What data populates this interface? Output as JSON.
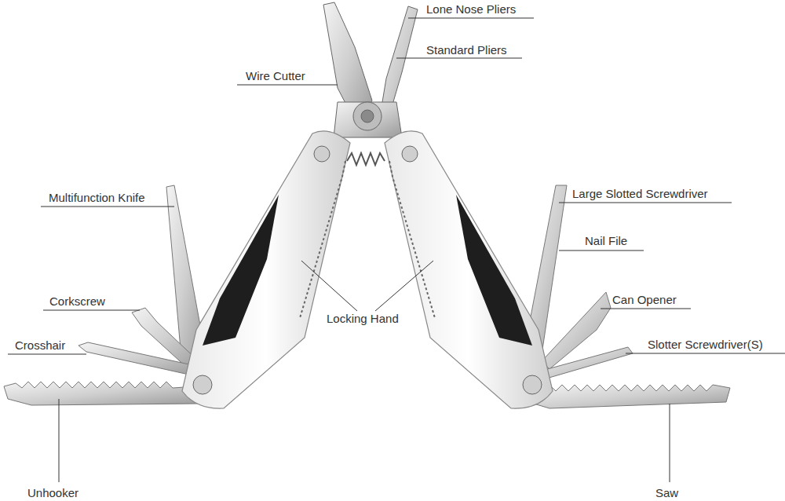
{
  "diagram": {
    "labels": [
      "Lone Nose Pliers",
      "Standard Pliers",
      "Wire Cutter",
      "Multifunction Knife",
      "Large Slotted Screwdriver",
      "Nail File",
      "Locking Hand",
      "Can Opener",
      "Corkscrew",
      "Slotter Screwdriver(S)",
      "Crosshair",
      "Unhooker",
      "Saw"
    ]
  }
}
